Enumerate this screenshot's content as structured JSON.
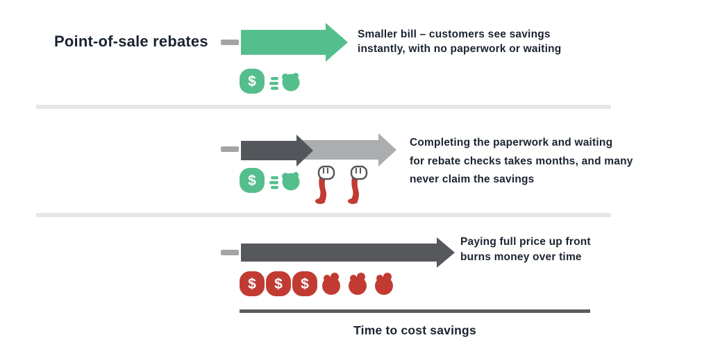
{
  "colors": {
    "green": "#55BE8D",
    "red": "#C13B33",
    "text": "#1A2330",
    "darkgray": "#53565A",
    "lightgray": "#ABADAF",
    "midgray": "#56585C",
    "dash": "#A2A4A6",
    "sep": "#E6E6E6",
    "axis": "#595B5E",
    "bg": "#FFFFFF"
  },
  "icons": {
    "dollar_symbol": "$"
  },
  "rows": [
    {
      "label": "Point-of-sale rebates",
      "description": {
        "line1": "Smaller bill – customers see savings",
        "line2": "instantly, with no paperwork or waiting"
      },
      "icon_names": [
        "dollar-coin",
        "hand-receiving-cash"
      ],
      "arrow": {
        "style": "short",
        "color": "green"
      }
    },
    {
      "label": "",
      "description": {
        "line1": "Completing the paperwork and waiting",
        "line2": "for rebate checks takes months, and many",
        "line3": "never claim the savings"
      },
      "icon_names": [
        "dollar-coin",
        "hand-receiving-cash",
        "cost-cutting",
        "cost-cutting"
      ],
      "arrow": {
        "style": "two-stage",
        "colors": [
          "darkgray",
          "lightgray"
        ]
      }
    },
    {
      "label": "",
      "description": {
        "line1": "Paying full price up front",
        "line2": "burns money over time"
      },
      "icon_names": [
        "red-dollar-coin",
        "red-dollar-coin",
        "red-dollar-coin",
        "burning-money",
        "burning-money",
        "burning-money"
      ],
      "arrow": {
        "style": "long",
        "color": "midgray"
      }
    }
  ],
  "footer": {
    "axis_label": "Time to cost savings"
  }
}
